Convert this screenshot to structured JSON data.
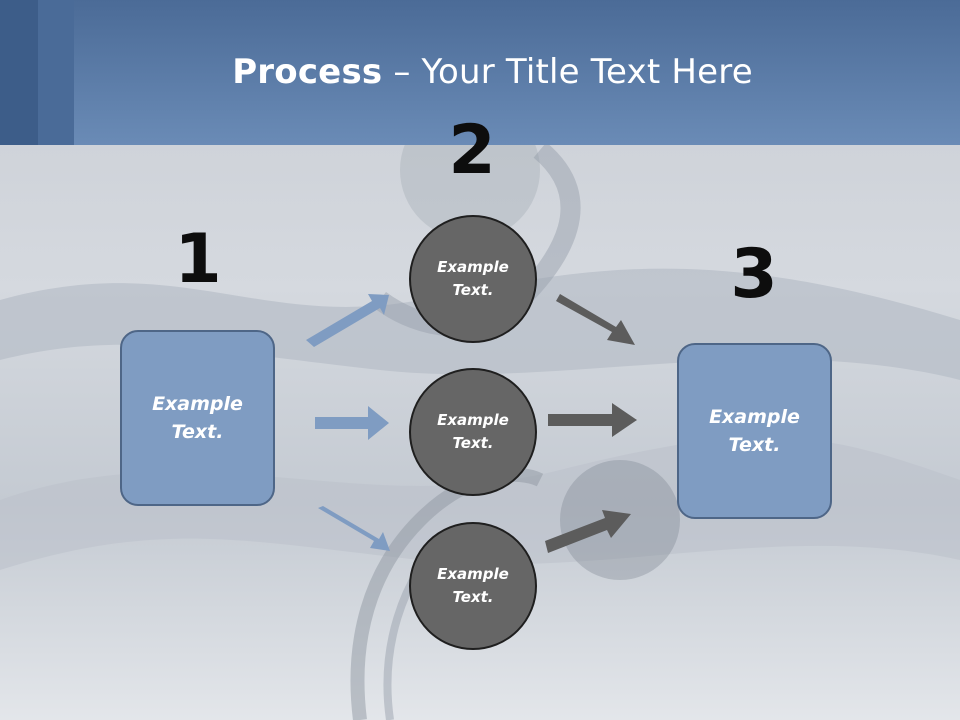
{
  "slide": {
    "title_bold": "Process",
    "title_rest": " – Your Title Text Here"
  },
  "steps": {
    "one": "1",
    "two": "2",
    "three": "3"
  },
  "boxes": {
    "left": "Example\nText.",
    "right": "Example\nText."
  },
  "circles": [
    {
      "label": "Example\nText."
    },
    {
      "label": "Example\nText."
    },
    {
      "label": "Example\nText."
    }
  ],
  "colors": {
    "header": "#6a8bb6",
    "box_fill": "#7f9cc2",
    "circle_fill": "#666666",
    "arrow_blue": "#7f9cc2",
    "arrow_gray": "#5c5c5c"
  }
}
